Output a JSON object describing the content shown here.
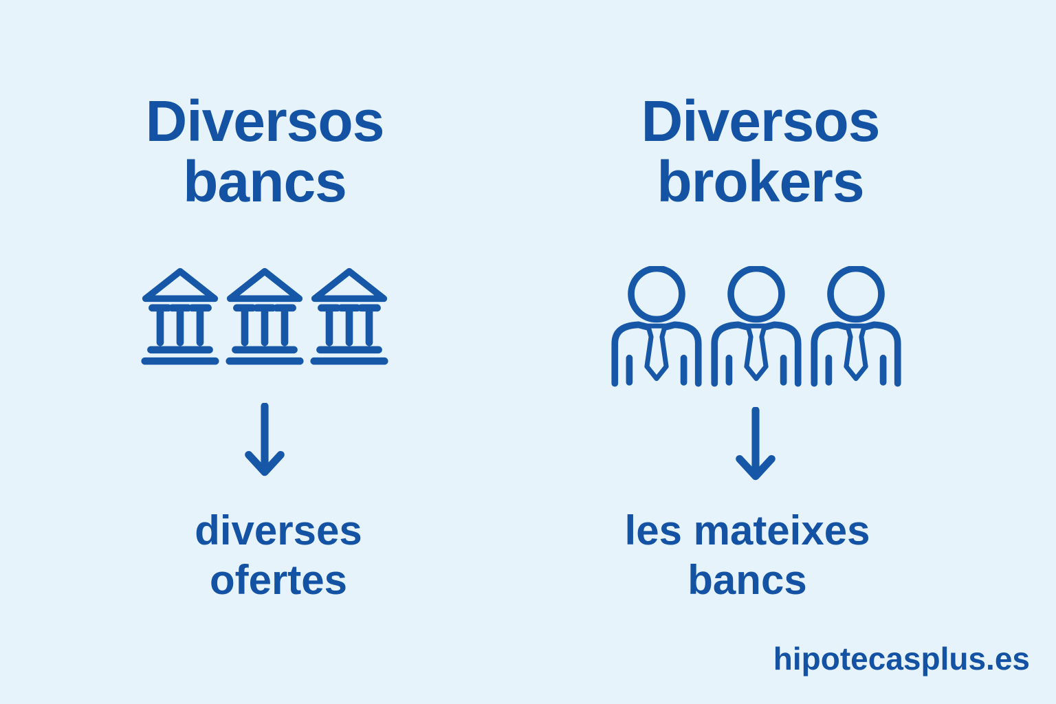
{
  "colors": {
    "background": "#e6f3fb",
    "text": "#1452a3",
    "icon": "#1757a8"
  },
  "left_column": {
    "title_line1": "Diversos",
    "title_line2": "bancs",
    "icon": "bank-icon",
    "icon_count": 3,
    "arrow_icon": "down-arrow-icon",
    "caption_line1": "diverses",
    "caption_line2": "ofertes"
  },
  "right_column": {
    "title_line1": "Diversos",
    "title_line2": "brokers",
    "icon": "broker-icon",
    "icon_count": 3,
    "arrow_icon": "down-arrow-icon",
    "caption_line1": "les mateixes",
    "caption_line2": "bancs"
  },
  "watermark": "hipotecasplus.es"
}
